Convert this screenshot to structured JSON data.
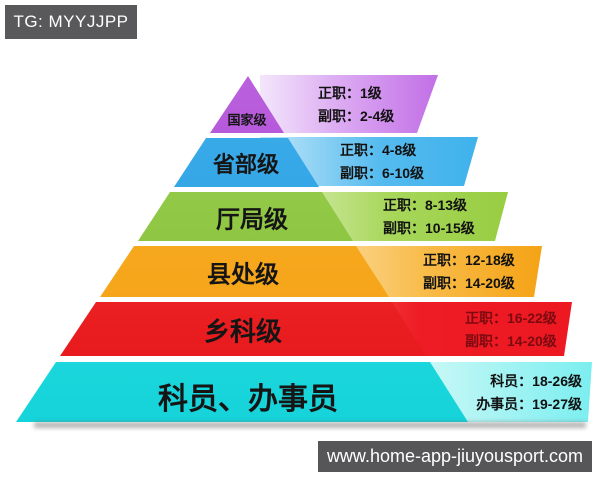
{
  "badge": {
    "text": "TG: MYYJJPP"
  },
  "watermark": {
    "text": "www.home-app-jiuyousport.com"
  },
  "pyramid": {
    "levels": [
      {
        "name": "国家级",
        "color": "#a34fd4",
        "banner_line1": "正职：1级",
        "banner_line2": "副职：2-4级"
      },
      {
        "name": "省部级",
        "color": "#2aa3e6",
        "banner_line1": "正职：4-8级",
        "banner_line2": "副职：6-10级"
      },
      {
        "name": "厅局级",
        "color": "#8cc63f",
        "banner_line1": "正职：8-13级",
        "banner_line2": "副职：10-15级"
      },
      {
        "name": "县处级",
        "color": "#f8a81e",
        "banner_line1": "正职：12-18级",
        "banner_line2": "副职：14-20级"
      },
      {
        "name": "乡科级",
        "color": "#ee1c24",
        "banner_line1": "正职：16-22级",
        "banner_line2": "副职：14-20级"
      },
      {
        "name": "科员、办事员",
        "color": "#23dfe0",
        "banner_line1": "科员：18-26级",
        "banner_line2": "办事员：19-27级"
      }
    ]
  }
}
